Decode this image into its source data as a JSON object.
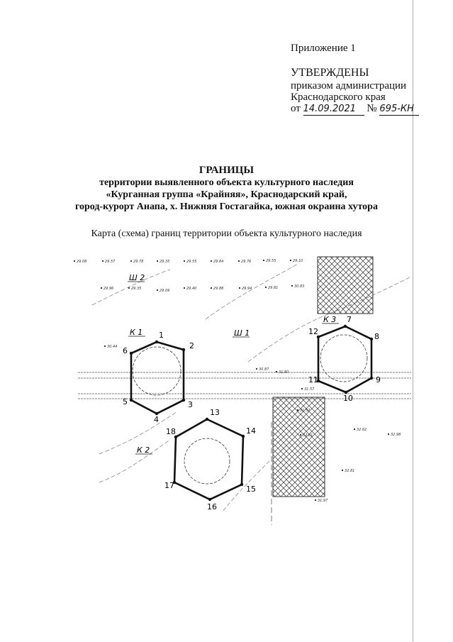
{
  "header": {
    "appendix": "Приложение 1",
    "approved": "УТВЕРЖДЕНЫ",
    "line1": "приказом администрации",
    "line2": "Краснодарского края",
    "date_prefix": "от",
    "date": "14.09.2021",
    "number_prefix": "№",
    "number": "695-КН"
  },
  "title": {
    "heading": "ГРАНИЦЫ",
    "line1": "территории выявленного объекта культурного наследия",
    "line2": "«Курганная группа «Крайняя», Краснодарский край,",
    "line3": "город-курорт Анапа, х. Нижняя Гостагайка, южная окраина хутора"
  },
  "map": {
    "caption": "Карта (схема) границ территории объекта культурного наследия",
    "object_labels": [
      "К 1",
      "К 2",
      "К 3",
      "Ш 1",
      "Ш 2"
    ],
    "point_numbers": [
      "1",
      "2",
      "3",
      "4",
      "5",
      "6",
      "7",
      "8",
      "9",
      "10",
      "11",
      "12",
      "13",
      "14",
      "15",
      "16",
      "17",
      "18"
    ],
    "elevations": [
      "29.08",
      "29.57",
      "29.78",
      "29.35",
      "29.55",
      "29.84",
      "29.76",
      "29.55",
      "29.10",
      "29.96",
      "29.35",
      "29.09",
      "29.40",
      "29.88",
      "29.94",
      "29.81",
      "30.83",
      "30.44",
      "30.87",
      "31.60",
      "31.57",
      "31.52",
      "32.01",
      "31.97",
      "32.62",
      "32.98",
      "32.81"
    ],
    "colors": {
      "boundary": "#111111",
      "hatch": "#333333"
    }
  }
}
